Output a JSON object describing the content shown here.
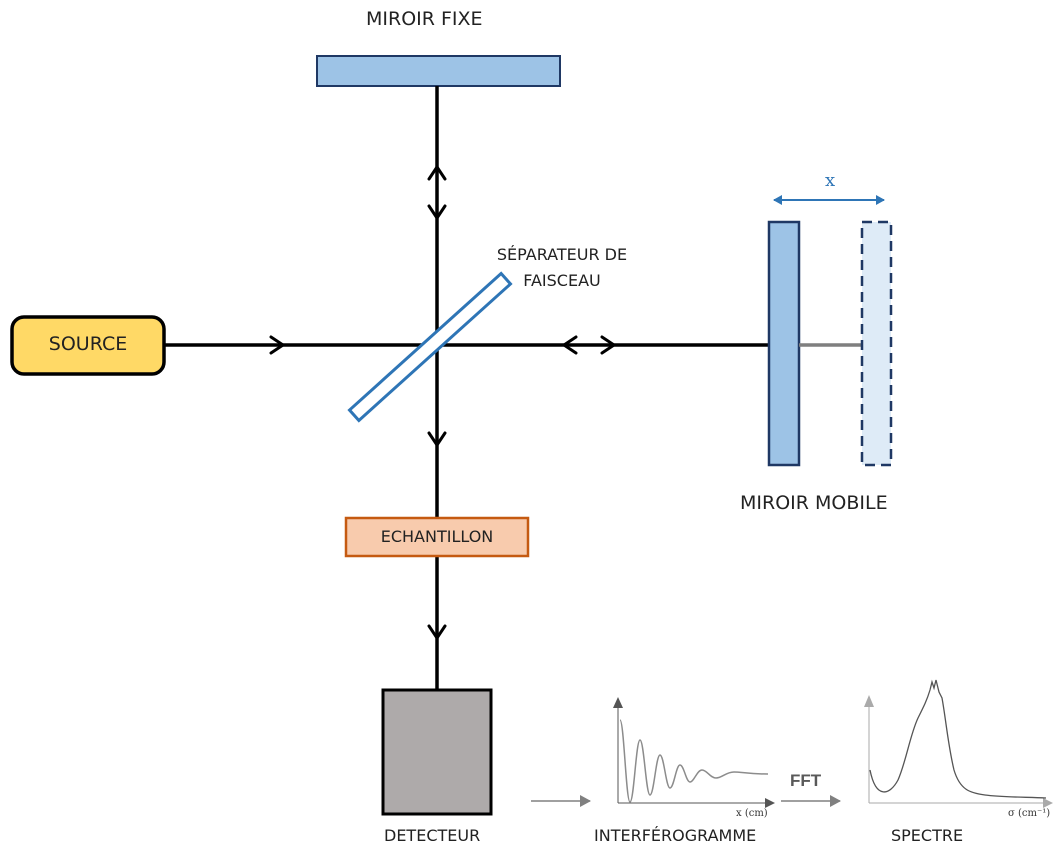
{
  "labels": {
    "fixed_mirror": "MIROIR FIXE",
    "beam_splitter_line1": "SÉPARATEUR DE",
    "beam_splitter_line2": "FAISCEAU",
    "source": "SOURCE",
    "moving_mirror": "MIROIR MOBILE",
    "sample": "ECHANTILLON",
    "detector": "DETECTEUR",
    "interferogram": "INTERFÉROGRAMME",
    "spectrum": "SPECTRE",
    "fft": "FFT",
    "displacement": "x"
  },
  "plots": {
    "interferogram_xlabel": "x (cm)",
    "spectrum_xlabel": "σ (cm⁻¹)"
  },
  "colors": {
    "source_fill": "#ffd966",
    "mirror_fill": "#9dc3e6",
    "mirror_border": "#1f3864",
    "mirror_ghost_fill": "#deebf7",
    "sample_fill": "#f8cbad",
    "sample_border": "#c55a11",
    "detector_fill": "#aeaaaa",
    "splitter_border": "#2e75b6",
    "arrow_blue": "#2e75b6",
    "beam": "#000000"
  }
}
